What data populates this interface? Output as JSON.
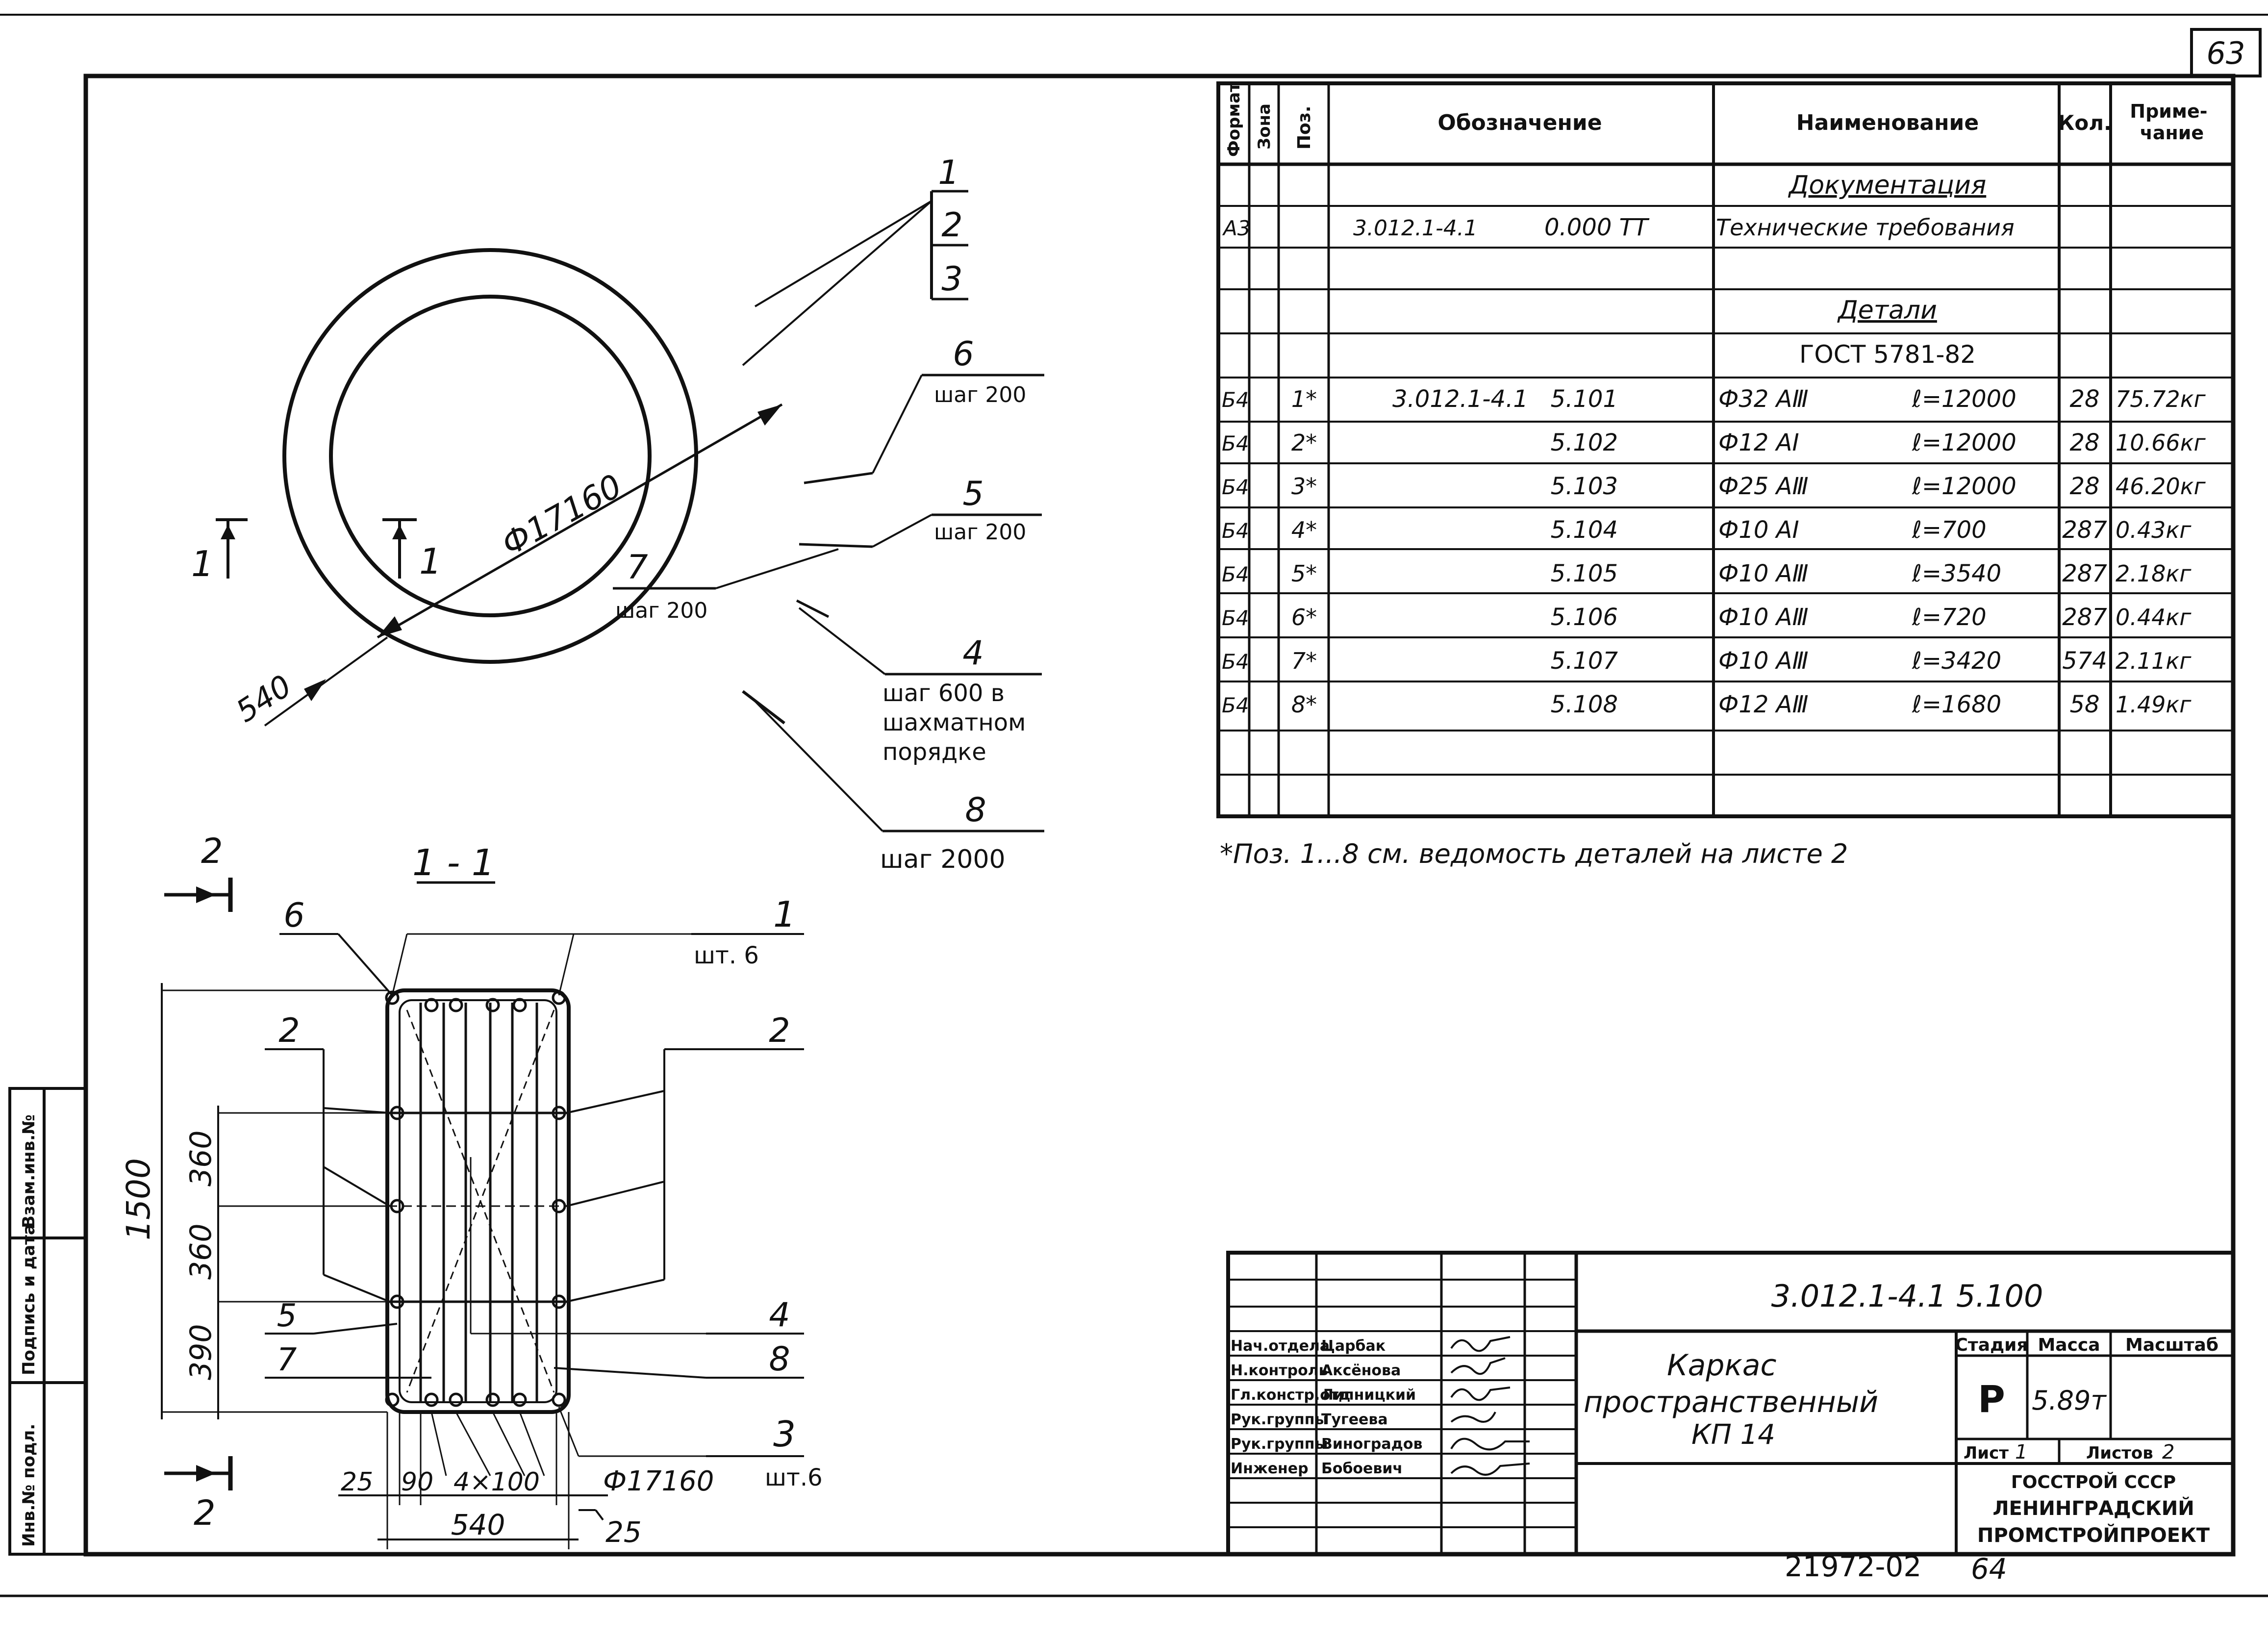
{
  "page_number": "63",
  "archive_number": "21972-02",
  "next_page": "64",
  "left_stamp": [
    "Инв.№ подл.",
    "Подпись и дата",
    "Взам.инв.№"
  ],
  "ring_view": {
    "labels": {
      "bars_1": "1",
      "bars_2": "2",
      "bars_3": "3",
      "pos6": "6",
      "pos6_step": "шаг 200",
      "pos5": "5",
      "pos5_step": "шаг 200",
      "pos7": "7",
      "pos7_step": "шаг 200",
      "pos4": "4",
      "pos4_step_a": "шаг 600 в",
      "pos4_step_b": "шахматном",
      "pos4_step_c": "порядке",
      "pos8": "8",
      "pos8_step": "шаг 2000",
      "diameter": "Ф17160",
      "width": "540",
      "cut_left": "1",
      "cut_right": "1"
    }
  },
  "section": {
    "title": "1 - 1",
    "cut_top": "2",
    "cut_bottom": "2",
    "labels": {
      "p6": "6",
      "p1": "1",
      "p1_qty": "шт. 6",
      "p2_left": "2",
      "p2_right": "2",
      "p5": "5",
      "p7": "7",
      "p4": "4",
      "p8": "8",
      "p3": "3",
      "p3_qty": "шт.6"
    },
    "dims": {
      "height": "1500",
      "d360a": "360",
      "d360b": "360",
      "d390": "390",
      "d25a": "25",
      "d90": "90",
      "d4x100": "4×100",
      "diam": "Ф17160",
      "d540": "540",
      "d25b": "25"
    }
  },
  "spec": {
    "headers": {
      "format": "Формат",
      "zone": "Зона",
      "pos": "Поз.",
      "designation": "Обозначение",
      "name": "Наименование",
      "qty": "Кол.",
      "note": "Приме-\nчание"
    },
    "section_docs": "Документация",
    "doc_row": {
      "format": "А3",
      "designation": "3.012.1-4.1",
      "code": "0.000 ТТ",
      "name": "Технические требования"
    },
    "section_parts": "Детали",
    "parts_standard": "ГОСТ 5781-82",
    "rows": [
      {
        "format": "Б4",
        "pos": "1*",
        "prefix": "3.012.1-4.1",
        "code": "5.101",
        "bar": "Ф32 AⅢ",
        "len": "ℓ=12000",
        "qty": "28",
        "note": "75.72кг"
      },
      {
        "format": "Б4",
        "pos": "2*",
        "prefix": "",
        "code": "5.102",
        "bar": "Ф12 AⅠ",
        "len": "ℓ=12000",
        "qty": "28",
        "note": "10.66кг"
      },
      {
        "format": "Б4",
        "pos": "3*",
        "prefix": "",
        "code": "5.103",
        "bar": "Ф25 AⅢ",
        "len": "ℓ=12000",
        "qty": "28",
        "note": "46.20кг"
      },
      {
        "format": "Б4",
        "pos": "4*",
        "prefix": "",
        "code": "5.104",
        "bar": "Ф10 AⅠ",
        "len": "ℓ=700",
        "qty": "287",
        "note": "0.43кг"
      },
      {
        "format": "Б4",
        "pos": "5*",
        "prefix": "",
        "code": "5.105",
        "bar": "Ф10 AⅢ",
        "len": "ℓ=3540",
        "qty": "287",
        "note": "2.18кг"
      },
      {
        "format": "Б4",
        "pos": "6*",
        "prefix": "",
        "code": "5.106",
        "bar": "Ф10 AⅢ",
        "len": "ℓ=720",
        "qty": "287",
        "note": "0.44кг"
      },
      {
        "format": "Б4",
        "pos": "7*",
        "prefix": "",
        "code": "5.107",
        "bar": "Ф10 AⅢ",
        "len": "ℓ=3420",
        "qty": "574",
        "note": "2.11кг"
      },
      {
        "format": "Б4",
        "pos": "8*",
        "prefix": "",
        "code": "5.108",
        "bar": "Ф12 AⅢ",
        "len": "ℓ=1680",
        "qty": "58",
        "note": "1.49кг"
      }
    ],
    "footnote": "*Поз. 1...8 см. ведомость деталей на листе 2"
  },
  "title_block": {
    "doc_number": "3.012.1-4.1 5.100",
    "title_1": "Каркас",
    "title_2": "пространственный",
    "title_3": "КП 14",
    "stage_label": "Стадия",
    "mass_label": "Масса",
    "scale_label": "Масштаб",
    "stage": "Р",
    "mass": "5.89т",
    "sheet_label": "Лист",
    "sheet_no": "1",
    "sheets_label": "Листов",
    "sheets_no": "2",
    "org_1": "ГОССТРОЙ СССР",
    "org_2": "ЛЕНИНГРАДСКИЙ",
    "org_3": "ПРОМСТРОЙПРОЕКТ",
    "staff": [
      {
        "role": "Нач.отдела",
        "name": "Царбак"
      },
      {
        "role": "Н.контроль",
        "name": "Аксёнова"
      },
      {
        "role": "Гл.констр.отд",
        "name": "Липницкий"
      },
      {
        "role": "Рук.группы",
        "name": "Тугеева"
      },
      {
        "role": "Рук.группы",
        "name": "Виноградов"
      },
      {
        "role": "Инженер",
        "name": "Бобоевич"
      }
    ]
  }
}
